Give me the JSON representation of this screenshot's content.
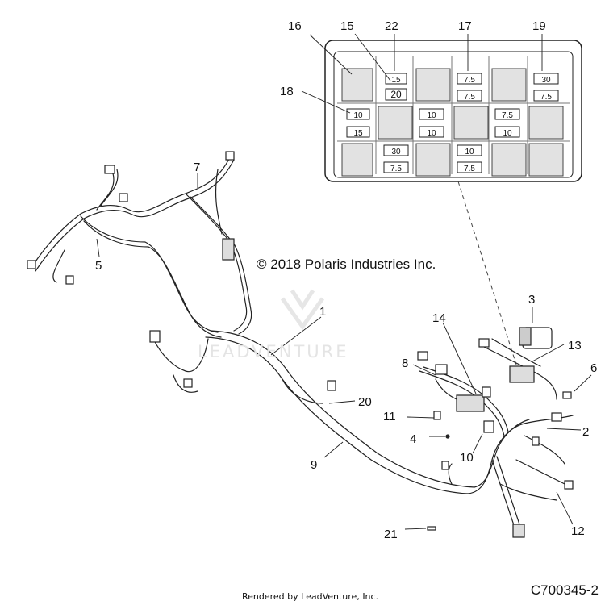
{
  "diagram": {
    "copyright": "© 2018 Polaris Industries Inc.",
    "watermark": "LEADVENTURE",
    "footer_left": "Rendered by LeadVenture, Inc.",
    "footer_right": "C700345-2",
    "callouts": {
      "c1": "1",
      "c2": "2",
      "c3": "3",
      "c4": "4",
      "c5": "5",
      "c6": "6",
      "c7": "7",
      "c8": "8",
      "c9": "9",
      "c10": "10",
      "c11": "11",
      "c12": "12",
      "c13": "13",
      "c14": "14",
      "c15": "15",
      "c16": "16",
      "c17": "17",
      "c18": "18",
      "c19": "19",
      "c20": "20",
      "c21": "21",
      "c22": "22"
    },
    "fuses": {
      "f1": "15",
      "f2": "20",
      "f3": "7.5",
      "f4": "7.5",
      "f5": "30",
      "f6": "7.5",
      "f7": "10",
      "f8": "15",
      "f9": "10",
      "f10": "10",
      "f11": "7.5",
      "f12": "10",
      "f13": "30",
      "f14": "7.5",
      "f15": "10",
      "f16": "7.5"
    }
  }
}
